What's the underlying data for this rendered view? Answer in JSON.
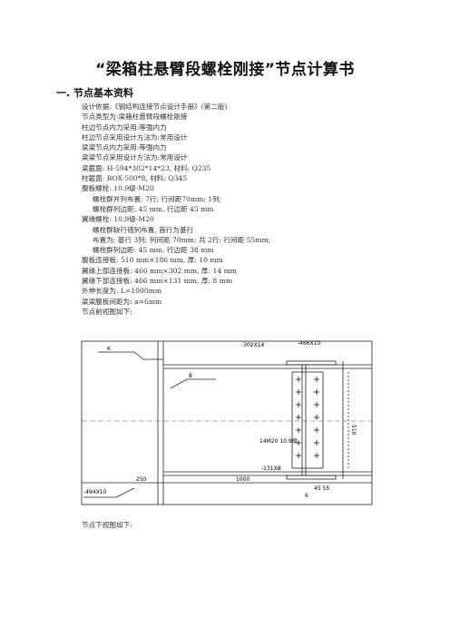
{
  "document": {
    "title": "“梁箱柱悬臂段螺栓刚接”节点计算书",
    "section_heading": "一. 节点基本资料",
    "lines": [
      {
        "text": "设计依据:《钢结构连接节点设计手册》(第二版)",
        "indent": false
      },
      {
        "text": "节点类型为:梁箱柱悬臂段螺栓刚接",
        "indent": false
      },
      {
        "text": "柱边节点内力采用:等强内力",
        "indent": false
      },
      {
        "text": "柱边节点采用设计方法为:常用设计",
        "indent": false
      },
      {
        "text": "梁梁节点内力采用:等强内力",
        "indent": false
      },
      {
        "text": "梁梁节点采用设计方法为:常用设计",
        "indent": false
      },
      {
        "text": "梁截面: H-594*302*14*23, 材料: Q235",
        "indent": false
      },
      {
        "text": "柱截面: BOX-500*8, 材料: Q345",
        "indent": false
      },
      {
        "text": "腹板螺栓: 10.9级-M20",
        "indent": false
      },
      {
        "text": "螺栓群并列布置: 7行; 行间距70mm; 1列;",
        "indent": true
      },
      {
        "text": "螺栓群列边距: 45 mm, 行边距 45 mm",
        "indent": true
      },
      {
        "text": "翼缘螺栓: 10.9级-M20",
        "indent": false
      },
      {
        "text": "螺栓群缺行错列布置, 首行为基行",
        "indent": true
      },
      {
        "text": "布置为: 基行 3列; 列间距 70mm; 共 2行; 行间距 55mm;",
        "indent": true
      },
      {
        "text": "螺栓群列边距: 45 mm, 行边距 38 mm",
        "indent": true
      },
      {
        "text": "腹板连接板: 510 mm×186 mm, 厚: 10 mm",
        "indent": false
      },
      {
        "text": "翼缘上部连接板: 466 mm×302 mm, 厚: 14 mm",
        "indent": false
      },
      {
        "text": "翼缘下部连接板: 466 mm×131 mm, 厚: 8 mm",
        "indent": false
      },
      {
        "text": "外伸长度为: L=1000mm",
        "indent": false
      },
      {
        "text": "梁梁腹板间距为: a=6mm",
        "indent": false
      },
      {
        "text": "节点前视图如下:",
        "indent": false
      }
    ],
    "footer_line": "节点下视图如下:"
  },
  "drawing": {
    "labels": {
      "top_plate": "-302X14",
      "top_plate_len": "-466X10",
      "weld_left": "K",
      "weld_mark": "8",
      "web_bolts": "14M20 10.9级",
      "web_plate_dim": "510",
      "bottom_plate": "-131X8",
      "col_plate": "-494X10",
      "dim_250": "250",
      "dim_1000": "1000",
      "dim_45": "45 55",
      "gap_mark": "6"
    }
  }
}
